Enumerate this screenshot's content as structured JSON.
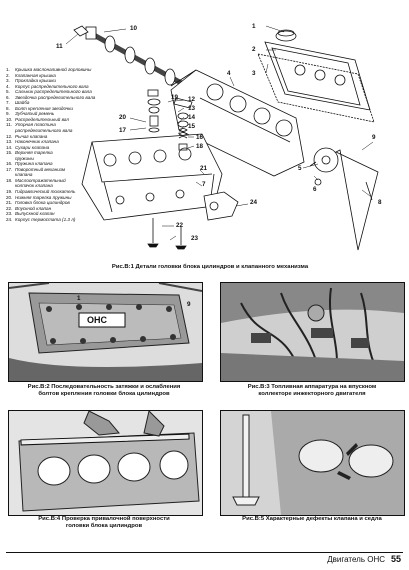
{
  "figure_b1": {
    "legend": [
      {
        "num": "1.",
        "text": "Крышка маслоналивной горловины"
      },
      {
        "num": "2.",
        "text": "Клапанная крышка"
      },
      {
        "num": "3.",
        "text": "Прокладка крышки"
      },
      {
        "num": "4.",
        "text": "Корпус распределительного вала"
      },
      {
        "num": "5.",
        "text": "Сальник распределительного вала"
      },
      {
        "num": "6.",
        "text": "Звездочка распределительного вала"
      },
      {
        "num": "7.",
        "text": "Шайба"
      },
      {
        "num": "8.",
        "text": "Болт крепления звездочки"
      },
      {
        "num": "9.",
        "text": "Зубчатый ремень"
      },
      {
        "num": "10.",
        "text": "Распределительный вал"
      },
      {
        "num": "11.",
        "text": "Упорная пластина"
      },
      {
        "num": "",
        "text": "распределительного вала"
      },
      {
        "num": "12.",
        "text": "Рычаг клапана"
      },
      {
        "num": "13.",
        "text": "Наконечник клапана"
      },
      {
        "num": "14.",
        "text": "Сухари клапана"
      },
      {
        "num": "15.",
        "text": "Верхняя тарелка"
      },
      {
        "num": "",
        "text": "пружины"
      },
      {
        "num": "16.",
        "text": "Пружина клапана"
      },
      {
        "num": "17.",
        "text": "Поворотный механизм"
      },
      {
        "num": "",
        "text": "клапана"
      },
      {
        "num": "18.",
        "text": "Маслоотражательный"
      },
      {
        "num": "",
        "text": "колпачок клапана"
      },
      {
        "num": "19.",
        "text": "Гидравлический толкатель"
      },
      {
        "num": "20.",
        "text": "Нижняя тарелка пружины"
      },
      {
        "num": "21.",
        "text": "Головка блока цилиндров"
      },
      {
        "num": "22.",
        "text": "Впускной клапан"
      },
      {
        "num": "23.",
        "text": "Выпускной клапан"
      },
      {
        "num": "24.",
        "text": "Корпус термостата (1.3 л)"
      }
    ],
    "callouts": {
      "n1": "1",
      "n2": "2",
      "n3": "3",
      "n4": "4",
      "n5": "5",
      "n6": "6",
      "n7": "7",
      "n8": "8",
      "n9": "9",
      "n10": "10",
      "n11": "11",
      "n12": "12",
      "n13": "13",
      "n14": "14",
      "n15": "15",
      "n16": "16",
      "n17": "17",
      "n18": "18",
      "n19": "19",
      "n20": "20",
      "n21": "21",
      "n22": "22",
      "n23": "23",
      "n24": "24"
    },
    "caption": "Рис.В:1 Детали головки блока цилиндров и клапанного механизма"
  },
  "figure_b2": {
    "callouts": {
      "n1": "1",
      "n9": "9"
    },
    "logo": "OHC",
    "caption_line1": "Рис.В:2 Последовательность затяжки и ослабления",
    "caption_line2": "болтов крепления головки блока цилиндров"
  },
  "figure_b3": {
    "caption_line1": "Рис.В:3 Топливная аппаратура на впускном",
    "caption_line2": "коллекторе инжекторного двигателя"
  },
  "figure_b4": {
    "caption_line1": "Рис.В:4 Проверка привалочной поверхности",
    "caption_line2": "головки блока цилиндров"
  },
  "figure_b5": {
    "caption": "Рис.В:5 Характерные дефекты клапана и седла"
  },
  "footer": {
    "title": "Двигатель ОНС",
    "page": "55"
  }
}
